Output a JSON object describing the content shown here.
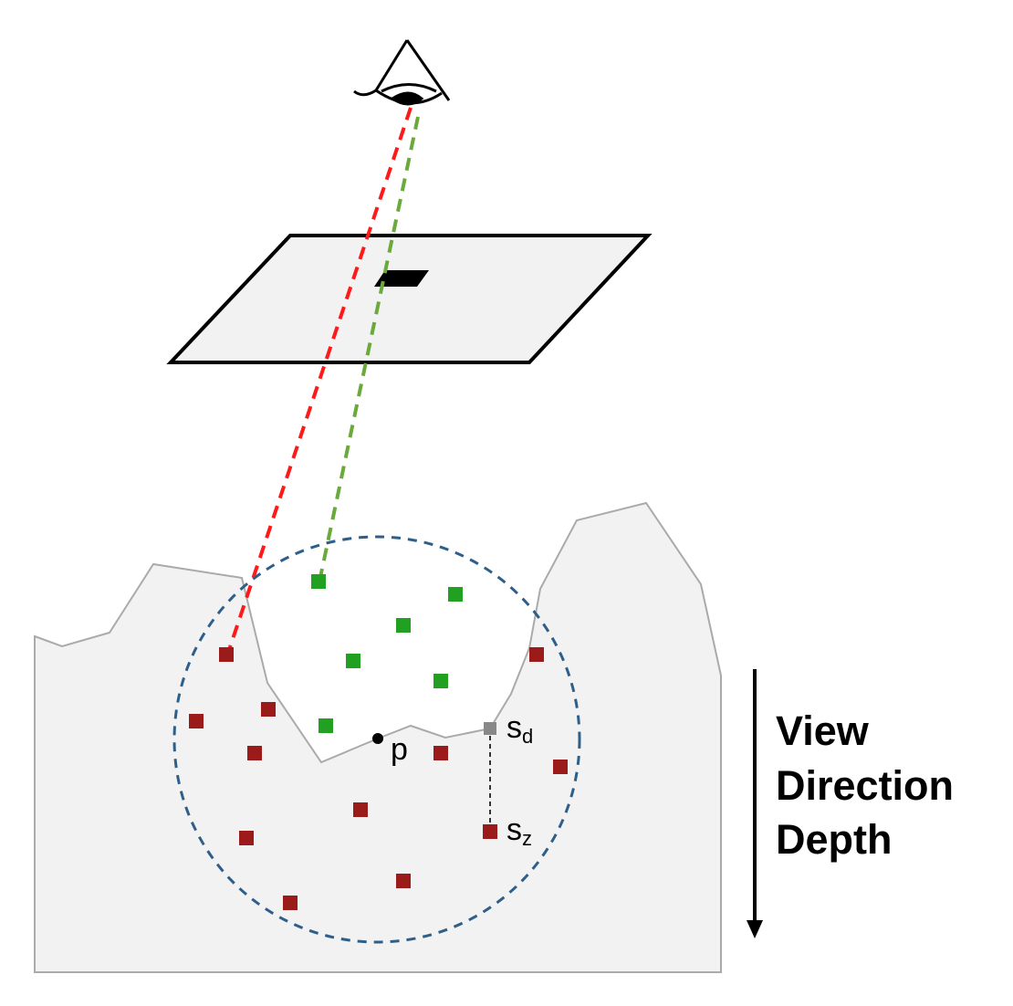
{
  "labels": {
    "point": "p",
    "sample_depth": "s",
    "sample_depth_sub": "d",
    "sample_z": "s",
    "sample_z_sub": "z",
    "view_line1": "View",
    "view_line2": "Direction",
    "view_line3": "Depth"
  },
  "colors": {
    "occluded_sample": "#9b1b1b",
    "visible_sample": "#22a022",
    "projected_sample": "#888888",
    "red_ray": "#ff1a1a",
    "green_ray": "#6aaa3a",
    "hemisphere": "#2e5f8a",
    "surface_fill": "#f2f2f2"
  }
}
